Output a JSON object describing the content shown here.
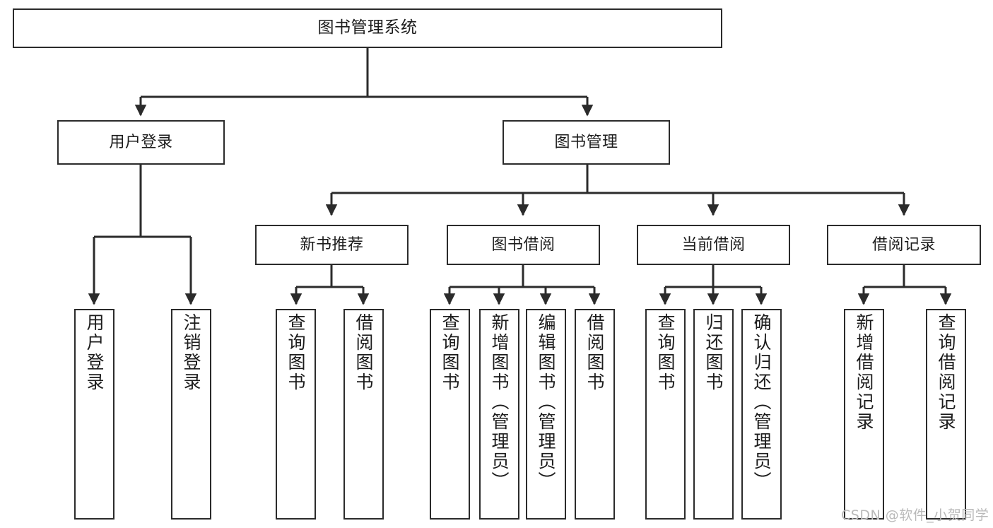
{
  "diagram": {
    "title": "图书管理系统",
    "type": "tree-hierarchy",
    "colors": {
      "stroke": "#2b2b2b",
      "fill": "#ffffff",
      "text": "#1c1c1c",
      "watermark": "#b9b9b9"
    },
    "root": {
      "label": "图书管理系统"
    },
    "level2": [
      {
        "label": "用户登录"
      },
      {
        "label": "图书管理"
      }
    ],
    "level3": [
      {
        "label": "新书推荐"
      },
      {
        "label": "图书借阅"
      },
      {
        "label": "当前借阅"
      },
      {
        "label": "借阅记录"
      }
    ],
    "leaves": {
      "user_login": [
        {
          "label": "用户登录"
        },
        {
          "label": "注销登录"
        }
      ],
      "new_book": [
        {
          "label": "查询图书"
        },
        {
          "label": "借阅图书"
        }
      ],
      "book_borrow": [
        {
          "label": "查询图书"
        },
        {
          "label": "新增图书（管理员）"
        },
        {
          "label": "编辑图书（管理员）"
        },
        {
          "label": "借阅图书"
        }
      ],
      "current_borrow": [
        {
          "label": "查询图书"
        },
        {
          "label": "归还图书"
        },
        {
          "label": "确认归还（管理员）"
        }
      ],
      "borrow_record": [
        {
          "label": "新增借阅记录"
        },
        {
          "label": "查询借阅记录"
        }
      ]
    }
  },
  "watermark": {
    "text": "CSDN @软件_小贺同学"
  }
}
